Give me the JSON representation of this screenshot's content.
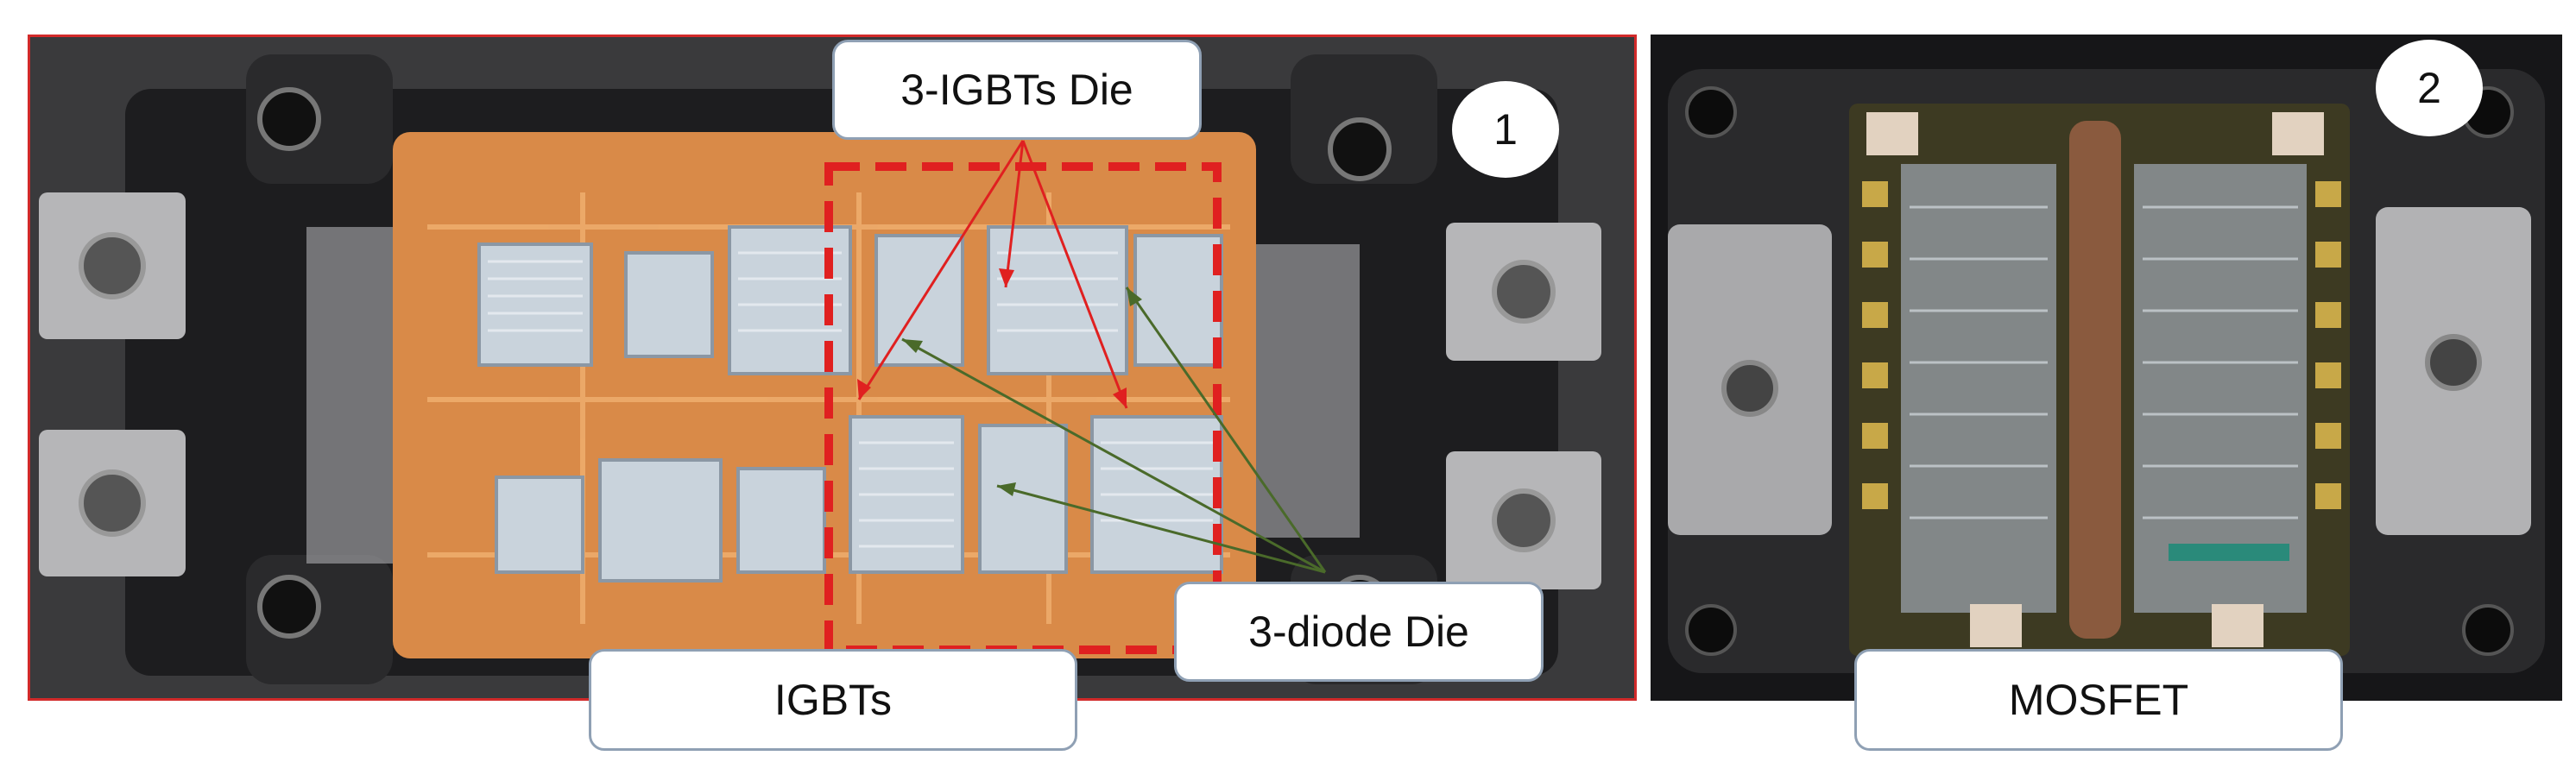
{
  "figure": {
    "panels": [
      {
        "number": "1",
        "caption": "IGBTs"
      },
      {
        "number": "2",
        "caption": "MOSFET"
      }
    ],
    "annotations": {
      "igbt_die": "3-IGBTs Die",
      "diode_die": "3-diode Die"
    },
    "colors": {
      "panel_border": "#d22a2a",
      "dashed_box": "#e02020",
      "igbt_arrows": "#e02020",
      "diode_arrows": "#4a6a2a",
      "substrate": "#d98a48"
    }
  }
}
